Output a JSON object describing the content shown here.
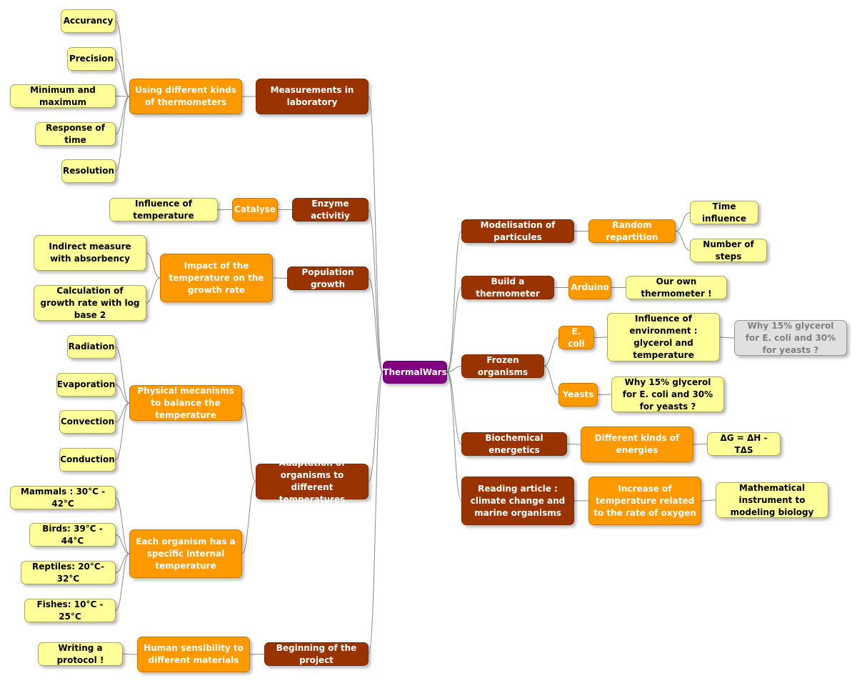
{
  "diagram": {
    "root": {
      "id": "root",
      "label": "ThermalWars"
    },
    "nodes": [
      {
        "id": "m1",
        "label": "Measurements in laboratory",
        "parent": "root"
      },
      {
        "id": "m1a",
        "label": "Using different kinds of thermometers",
        "parent": "m1"
      },
      {
        "id": "m1a1",
        "label": "Accurancy",
        "parent": "m1a"
      },
      {
        "id": "m1a2",
        "label": "Precision",
        "parent": "m1a"
      },
      {
        "id": "m1a3",
        "label": "Minimum and maximum",
        "parent": "m1a"
      },
      {
        "id": "m1a4",
        "label": "Response of time",
        "parent": "m1a"
      },
      {
        "id": "m1a5",
        "label": "Resolution",
        "parent": "m1a"
      },
      {
        "id": "m2",
        "label": "Enzyme activitiy",
        "parent": "root"
      },
      {
        "id": "m2a",
        "label": "Catalyse",
        "parent": "m2"
      },
      {
        "id": "m2a1",
        "label": "Influence of temperature",
        "parent": "m2a"
      },
      {
        "id": "m3",
        "label": "Population growth",
        "parent": "root"
      },
      {
        "id": "m3a",
        "label": "Impact of the temperature on the growth rate",
        "parent": "m3"
      },
      {
        "id": "m3a1",
        "label": "Indirect measure with absorbency",
        "parent": "m3a"
      },
      {
        "id": "m3a2",
        "label": "Calculation of growth rate with log base 2",
        "parent": "m3a"
      },
      {
        "id": "m4",
        "label": "Adaptation of organisms to different temperatures",
        "parent": "root"
      },
      {
        "id": "m4a",
        "label": "Physical mecanisms to balance the temperature",
        "parent": "m4"
      },
      {
        "id": "m4a1",
        "label": "Radiation",
        "parent": "m4a"
      },
      {
        "id": "m4a2",
        "label": "Evaporation",
        "parent": "m4a"
      },
      {
        "id": "m4a3",
        "label": "Convection",
        "parent": "m4a"
      },
      {
        "id": "m4a4",
        "label": "Conduction",
        "parent": "m4a"
      },
      {
        "id": "m4b",
        "label": "Each organism has a specific internal temperature",
        "parent": "m4"
      },
      {
        "id": "m4b1",
        "label": "Mammals : 30°C - 42°C",
        "parent": "m4b"
      },
      {
        "id": "m4b2",
        "label": "Birds: 39°C - 44°C",
        "parent": "m4b"
      },
      {
        "id": "m4b3",
        "label": "Reptiles: 20°C- 32°C",
        "parent": "m4b"
      },
      {
        "id": "m4b4",
        "label": "Fishes: 10°C - 25°C",
        "parent": "m4b"
      },
      {
        "id": "m5",
        "label": "Beginning of the project",
        "parent": "root"
      },
      {
        "id": "m5a",
        "label": "Human sensibility to different materials",
        "parent": "m5"
      },
      {
        "id": "m5a1",
        "label": "Writing a protocol !",
        "parent": "m5a"
      },
      {
        "id": "r1",
        "label": "Modelisation of particules",
        "parent": "root"
      },
      {
        "id": "r1a",
        "label": "Random repartition",
        "parent": "r1"
      },
      {
        "id": "r1a1",
        "label": "Time influence",
        "parent": "r1a"
      },
      {
        "id": "r1a2",
        "label": "Number of steps",
        "parent": "r1a"
      },
      {
        "id": "r2",
        "label": "Build a thermometer",
        "parent": "root"
      },
      {
        "id": "r2a",
        "label": "Arduino",
        "parent": "r2"
      },
      {
        "id": "r2a1",
        "label": "Our own thermometer !",
        "parent": "r2a"
      },
      {
        "id": "r3",
        "label": "Frozen organisms",
        "parent": "root"
      },
      {
        "id": "r3a",
        "label": "E. coli",
        "parent": "r3"
      },
      {
        "id": "r3a1",
        "label": "Influence of environment : glycerol and temperature",
        "parent": "r3a"
      },
      {
        "id": "r3a1a",
        "label": "Why 15% glycerol for E. coli and 30% for yeasts ?",
        "parent": "r3a1"
      },
      {
        "id": "r3b",
        "label": "Yeasts",
        "parent": "r3"
      },
      {
        "id": "r3b1",
        "label": "Why 15% glycerol for E. coli and 30% for yeasts ?",
        "parent": "r3b"
      },
      {
        "id": "r4",
        "label": "Biochemical energetics",
        "parent": "root"
      },
      {
        "id": "r4a",
        "label": "Different kinds of energies",
        "parent": "r4"
      },
      {
        "id": "r4a1",
        "label": "ΔG =  ΔH - TΔS",
        "parent": "r4a"
      },
      {
        "id": "r5",
        "label": "Reading article : climate change and marine organisms",
        "parent": "root"
      },
      {
        "id": "r5a",
        "label": "Increase of temperature related to the rate of oxygen",
        "parent": "r5"
      },
      {
        "id": "r5a1",
        "label": "Mathematical instrument to modeling biology",
        "parent": "r5a"
      }
    ]
  }
}
